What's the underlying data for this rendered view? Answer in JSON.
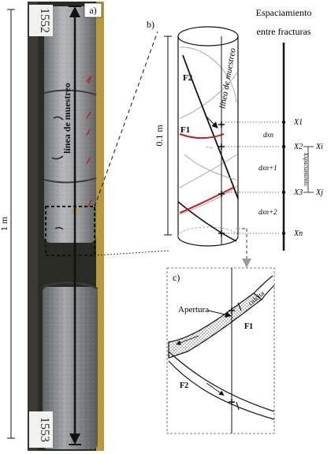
{
  "panel_a": {
    "label": "a)",
    "scale_label": "1 m",
    "sample_line_label": "línea de muestreo",
    "box_top_number": "1552",
    "box_bottom_number": "1553"
  },
  "panel_b": {
    "label": "b)",
    "scale_label": "0.1 m",
    "sample_line_label": "línea de muestreo",
    "fracture_labels": [
      "F2",
      "F1"
    ],
    "spacing_title_line1": "Espaciamiento",
    "spacing_title_line2": "entre fracturas",
    "points": [
      "X1",
      "X2",
      "X3",
      "Xn"
    ],
    "intervals": [
      "dxn",
      "dxn+1",
      "dxn+2"
    ],
    "right_labels": [
      "Xi",
      "Xj"
    ],
    "bracket_label": "Espaciamiento"
  },
  "panel_c": {
    "label": "c)",
    "aperture_label": "Apertura",
    "mineral_label": "calcita",
    "fracture_labels": [
      "F1",
      "F2"
    ]
  },
  "colors": {
    "fracture_red": "#d11a1a",
    "core_gray": "#8e9294",
    "background": "#ffffff"
  }
}
